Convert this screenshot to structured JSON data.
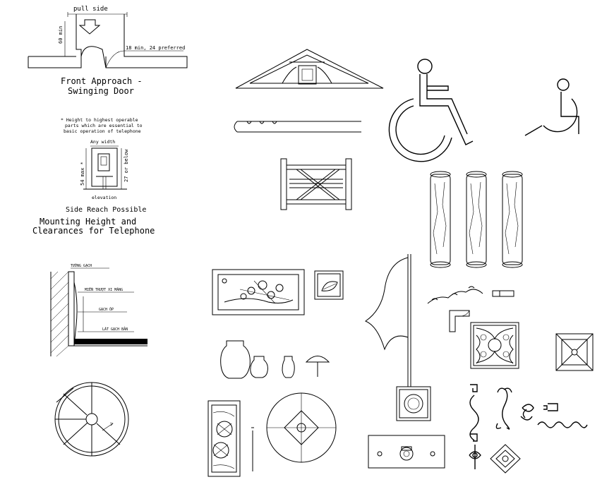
{
  "colors": {
    "stroke": "#000000",
    "background": "#ffffff"
  },
  "door": {
    "pull_side": "pull side",
    "min_height": "60 min",
    "clearance": "18 min, 24 preferred",
    "caption_line1": "Front Approach -",
    "caption_line2": "Swinging Door"
  },
  "telephone": {
    "note_line1": "* Height to highest operable",
    "note_line2": "parts which are essential to",
    "note_line3": "basic operation of telephone",
    "any_width": "Any width",
    "max_height": "54 max *",
    "below": "27 or below",
    "elevation": "elevation",
    "side_reach": "Side Reach Possible",
    "caption_line1": "Mounting Height and",
    "caption_line2": "Clearances for Telephone"
  },
  "wall_section": {
    "label_wall": "TƯỜNG GẠCH",
    "label_tile": "MIỀN TRƯỢT XI MĂNG",
    "label_skirting": "GẠCH ỐP",
    "label_floor": "LÁT GẠCH BẢN"
  },
  "symbols": {
    "wheelchair_large": "wheelchair-icon",
    "wheelchair_small": "wheelchair-icon",
    "spiral_stair": "spiral-stair-icon",
    "pottery": "vase-icon",
    "umbrella": "umbrella-icon",
    "flag": "flag-icon",
    "ornament": "ornament-icon"
  }
}
